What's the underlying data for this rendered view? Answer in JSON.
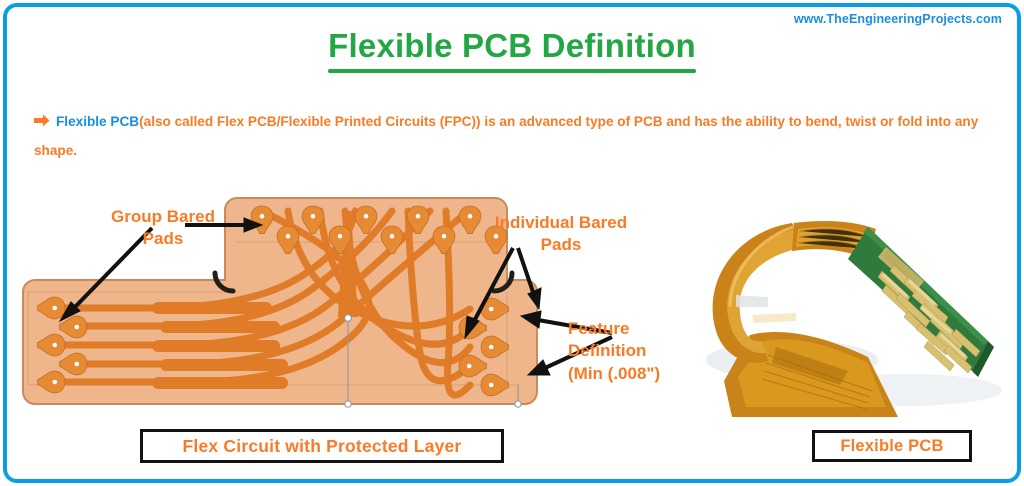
{
  "site": {
    "url": "www.TheEngineeringProjects.com",
    "url_color": "#1a8fe0"
  },
  "header": {
    "title": "Flexible PCB Definition",
    "title_color": "#22a744",
    "underline_color": "#22a744"
  },
  "intro": {
    "bullet_icon": "right-arrow-bullet",
    "keyword": "Flexible PCB",
    "keyword_color": "#1a8fe0",
    "body": "(also called Flex PCB/Flexible Printed Circuits (FPC)) is an advanced type of PCB and has the ability to bend, twist or fold into any shape.",
    "body_color": "#f97b26"
  },
  "annotations": [
    {
      "id": "group-bared-pads",
      "lines": [
        "Group Bared",
        "Pads"
      ],
      "text": "Group Bared Pads",
      "color": "#f97b26"
    },
    {
      "id": "individual-bared-pads",
      "lines": [
        "Individual Bared",
        "Pads"
      ],
      "text": "Individual Bared Pads",
      "color": "#f97b26"
    },
    {
      "id": "feature-definition",
      "lines": [
        "Feature",
        "Definition",
        "(Min (.008\")"
      ],
      "text": "Feature Definition (Min (.008\")",
      "color": "#f97b26"
    }
  ],
  "captions": {
    "left": "Flex Circuit with Protected Layer",
    "right": "Flexible PCB"
  },
  "diagram": {
    "label": "flex-circuit-with-protected-layer-diagram",
    "substrate_color": "#eeb68a",
    "substrate_edge_color": "#c98a5c",
    "trace_color": "#e07b28",
    "trace_outline_color": "#a8552010",
    "pad_color": "#e68a33",
    "hole_color": "#ffffff",
    "arrow_color": "#111111",
    "dimension_line_color": "#9a9a9a",
    "top_pad_count": 10,
    "left_pad_count": 5,
    "right_pad_count": 5,
    "trace_count": 5
  },
  "photo": {
    "label": "flexible-pcb-photograph",
    "flex_color": "#c98318",
    "flex_highlight": "#e2a63c",
    "board_color": "#2f7a3c",
    "board_dark": "#1f5a2a",
    "contact_color": "#d8c070",
    "background": "#ffffff",
    "shadow_color": "#e8eef2"
  }
}
